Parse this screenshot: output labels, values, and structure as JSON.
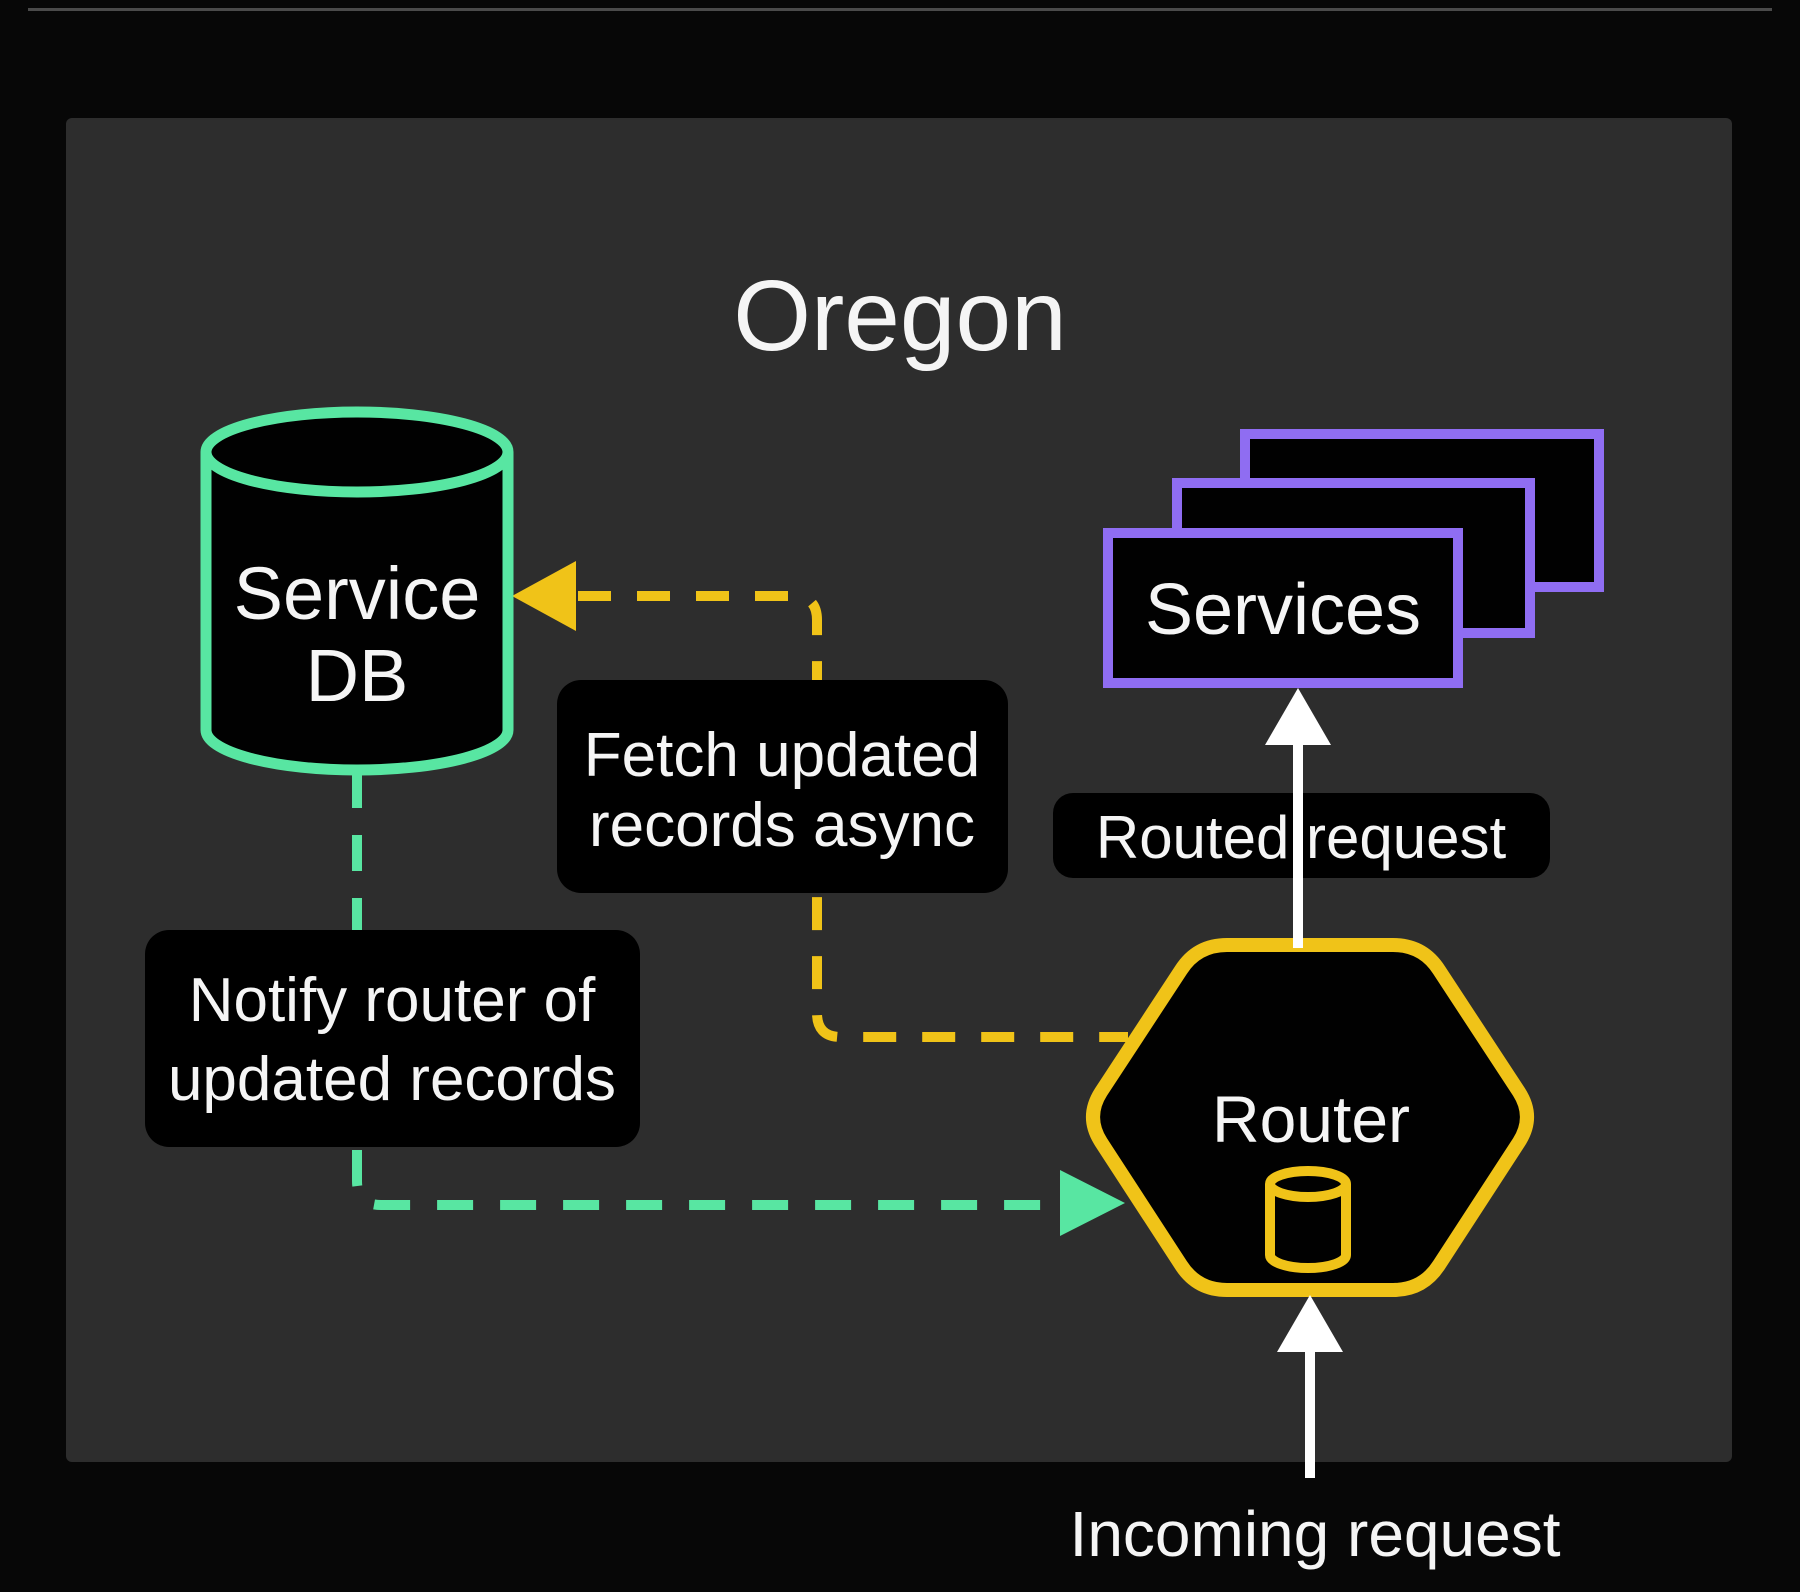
{
  "title": "Oregon",
  "colors": {
    "background": "#070707",
    "panel": "#2d2d2d",
    "green": "#58e6a2",
    "yellow": "#f0c318",
    "purple": "#8f6df2",
    "text": "#f5f5f5",
    "arrow_white": "#ffffff",
    "label_box": "#000000"
  },
  "nodes": {
    "service_db": {
      "line1": "Service",
      "line2": "DB"
    },
    "services": {
      "label": "Services"
    },
    "router": {
      "label": "Router"
    }
  },
  "flow_labels": {
    "fetch": {
      "line1": "Fetch updated",
      "line2": "records async"
    },
    "notify": {
      "line1": "Notify router of",
      "line2": "updated records"
    },
    "routed": {
      "text": "Routed request"
    },
    "incoming": {
      "text": "Incoming request"
    }
  }
}
